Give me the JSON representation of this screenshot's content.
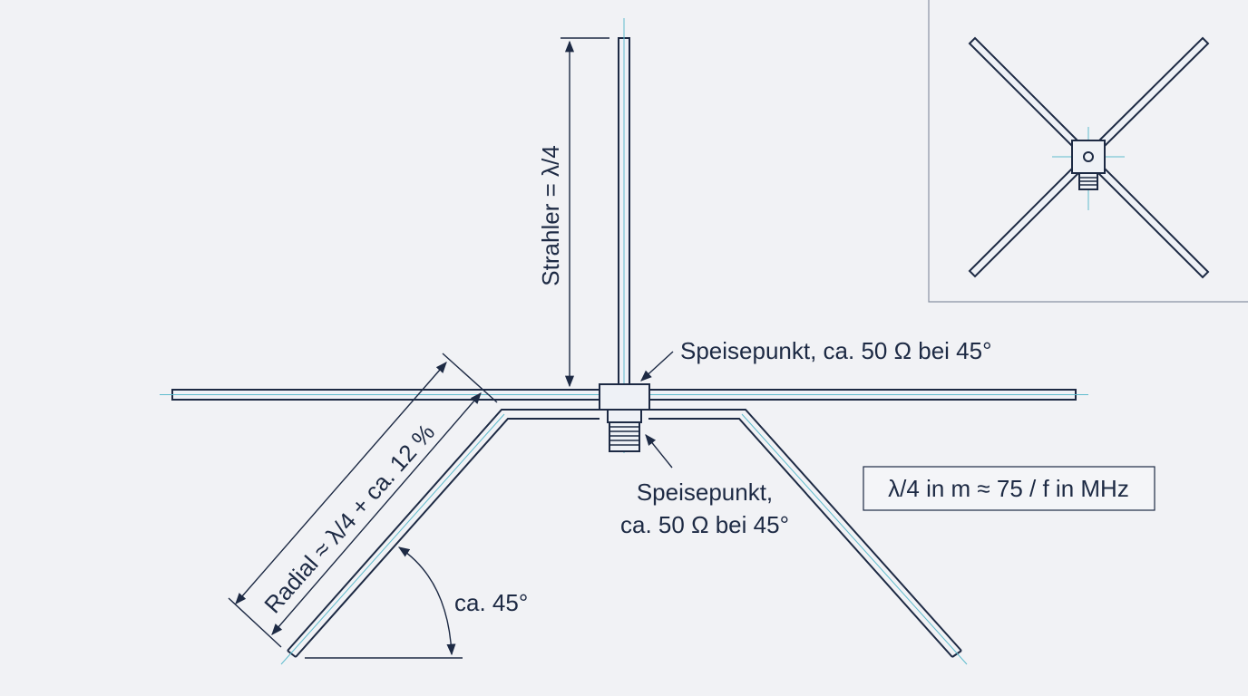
{
  "labels": {
    "radiator": "Strahler = λ/4",
    "feedpoint_upper": "Speisepunkt, ca. 50 Ω bei 45°",
    "feedpoint_lower_line1": "Speisepunkt,",
    "feedpoint_lower_line2": "ca. 50 Ω bei 45°",
    "radial": "Radial ≈ λ/4 + ca. 12 %",
    "angle": "ca. 45°",
    "formula": "λ/4 in m ≈ 75 / f in MHz"
  },
  "colors": {
    "background": "#f1f2f5",
    "line": "#1d2a44",
    "centerline": "#5fbccd",
    "inset_frame": "#8a93a3"
  }
}
